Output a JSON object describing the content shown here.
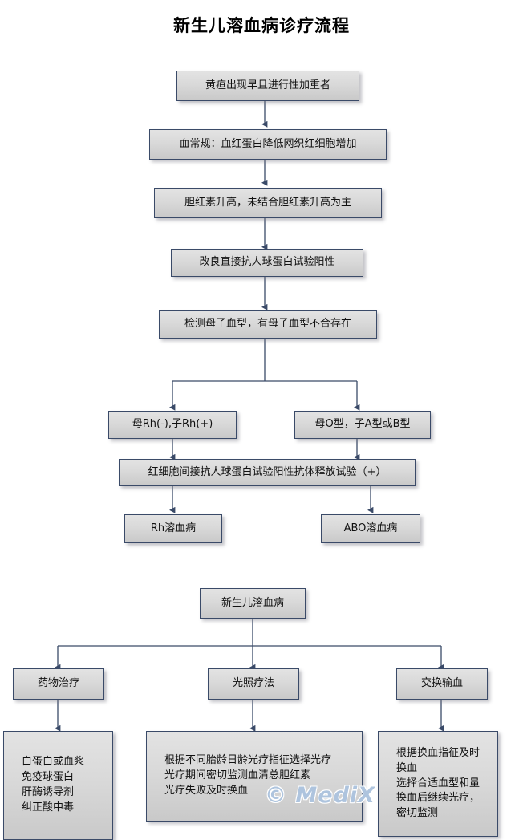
{
  "title": "新生儿溶血病诊疗流程",
  "watermark": "© MediX",
  "colors": {
    "node_border": "#3a4a68",
    "node_fill_top": "#e3e3e3",
    "node_fill_bottom": "#c9c9c9",
    "connector": "#3a4a68",
    "watermark": "#aec4de",
    "background": "#ffffff"
  },
  "diagram": {
    "type": "flowchart",
    "sections": [
      {
        "name": "diagnosis",
        "nodes": [
          {
            "id": "n1",
            "label": "黄疸出现早且进行性加重者"
          },
          {
            "id": "n2",
            "label": "血常规：血红蛋白降低网织红细胞增加"
          },
          {
            "id": "n3",
            "label": "胆红素升高，未结合胆红素升高为主"
          },
          {
            "id": "n4",
            "label": "改良直接抗人球蛋白试验阳性"
          },
          {
            "id": "n5",
            "label": "检测母子血型，有母子血型不合存在"
          },
          {
            "id": "n6",
            "label": "母Rh(-),子Rh(+)"
          },
          {
            "id": "n7",
            "label": "母O型，子A型或B型"
          },
          {
            "id": "n8",
            "label": "红细胞间接抗人球蛋白试验阳性抗体释放试验（+）"
          },
          {
            "id": "n9",
            "label": "Rh溶血病"
          },
          {
            "id": "n10",
            "label": "ABO溶血病"
          }
        ],
        "edges": [
          [
            "n1",
            "n2"
          ],
          [
            "n2",
            "n3"
          ],
          [
            "n3",
            "n4"
          ],
          [
            "n4",
            "n5"
          ],
          [
            "n5",
            "n6"
          ],
          [
            "n5",
            "n7"
          ],
          [
            "n6",
            "n8"
          ],
          [
            "n7",
            "n8"
          ],
          [
            "n8",
            "n9"
          ],
          [
            "n8",
            "n10"
          ]
        ]
      },
      {
        "name": "treatment",
        "nodes": [
          {
            "id": "t0",
            "label": "新生儿溶血病"
          },
          {
            "id": "t1",
            "label": "药物治疗"
          },
          {
            "id": "t2",
            "label": "光照疗法"
          },
          {
            "id": "t3",
            "label": "交换输血"
          },
          {
            "id": "d1",
            "label": "白蛋白或血浆\n免疫球蛋白\n肝酶诱导剂\n纠正酸中毒"
          },
          {
            "id": "d2",
            "label": "根据不同胎龄日龄光疗指征选择光疗\n光疗期间密切监测血清总胆红素\n光疗失败及时换血"
          },
          {
            "id": "d3",
            "label": "根据换血指征及时\n换血\n选择合适血型和量\n换血后继续光疗，\n  密切监测"
          }
        ],
        "edges": [
          [
            "t0",
            "t1"
          ],
          [
            "t0",
            "t2"
          ],
          [
            "t0",
            "t3"
          ],
          [
            "t1",
            "d1"
          ],
          [
            "t2",
            "d2"
          ],
          [
            "t3",
            "d3"
          ]
        ]
      }
    ]
  }
}
